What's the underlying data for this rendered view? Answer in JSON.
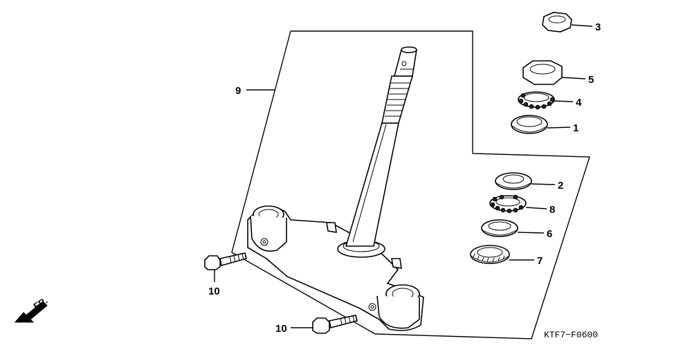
{
  "diagram": {
    "code": "KTF7−F0600",
    "direction_label": "FR.",
    "direction_icon": "arrow-down-left-icon",
    "callouts": [
      {
        "id": "3",
        "label": "3"
      },
      {
        "id": "5",
        "label": "5"
      },
      {
        "id": "4",
        "label": "4"
      },
      {
        "id": "1",
        "label": "1"
      },
      {
        "id": "2",
        "label": "2"
      },
      {
        "id": "8",
        "label": "8"
      },
      {
        "id": "6",
        "label": "6"
      },
      {
        "id": "7",
        "label": "7"
      },
      {
        "id": "9",
        "label": "9"
      },
      {
        "id": "10a",
        "label": "10"
      },
      {
        "id": "10b",
        "label": "10"
      }
    ]
  }
}
